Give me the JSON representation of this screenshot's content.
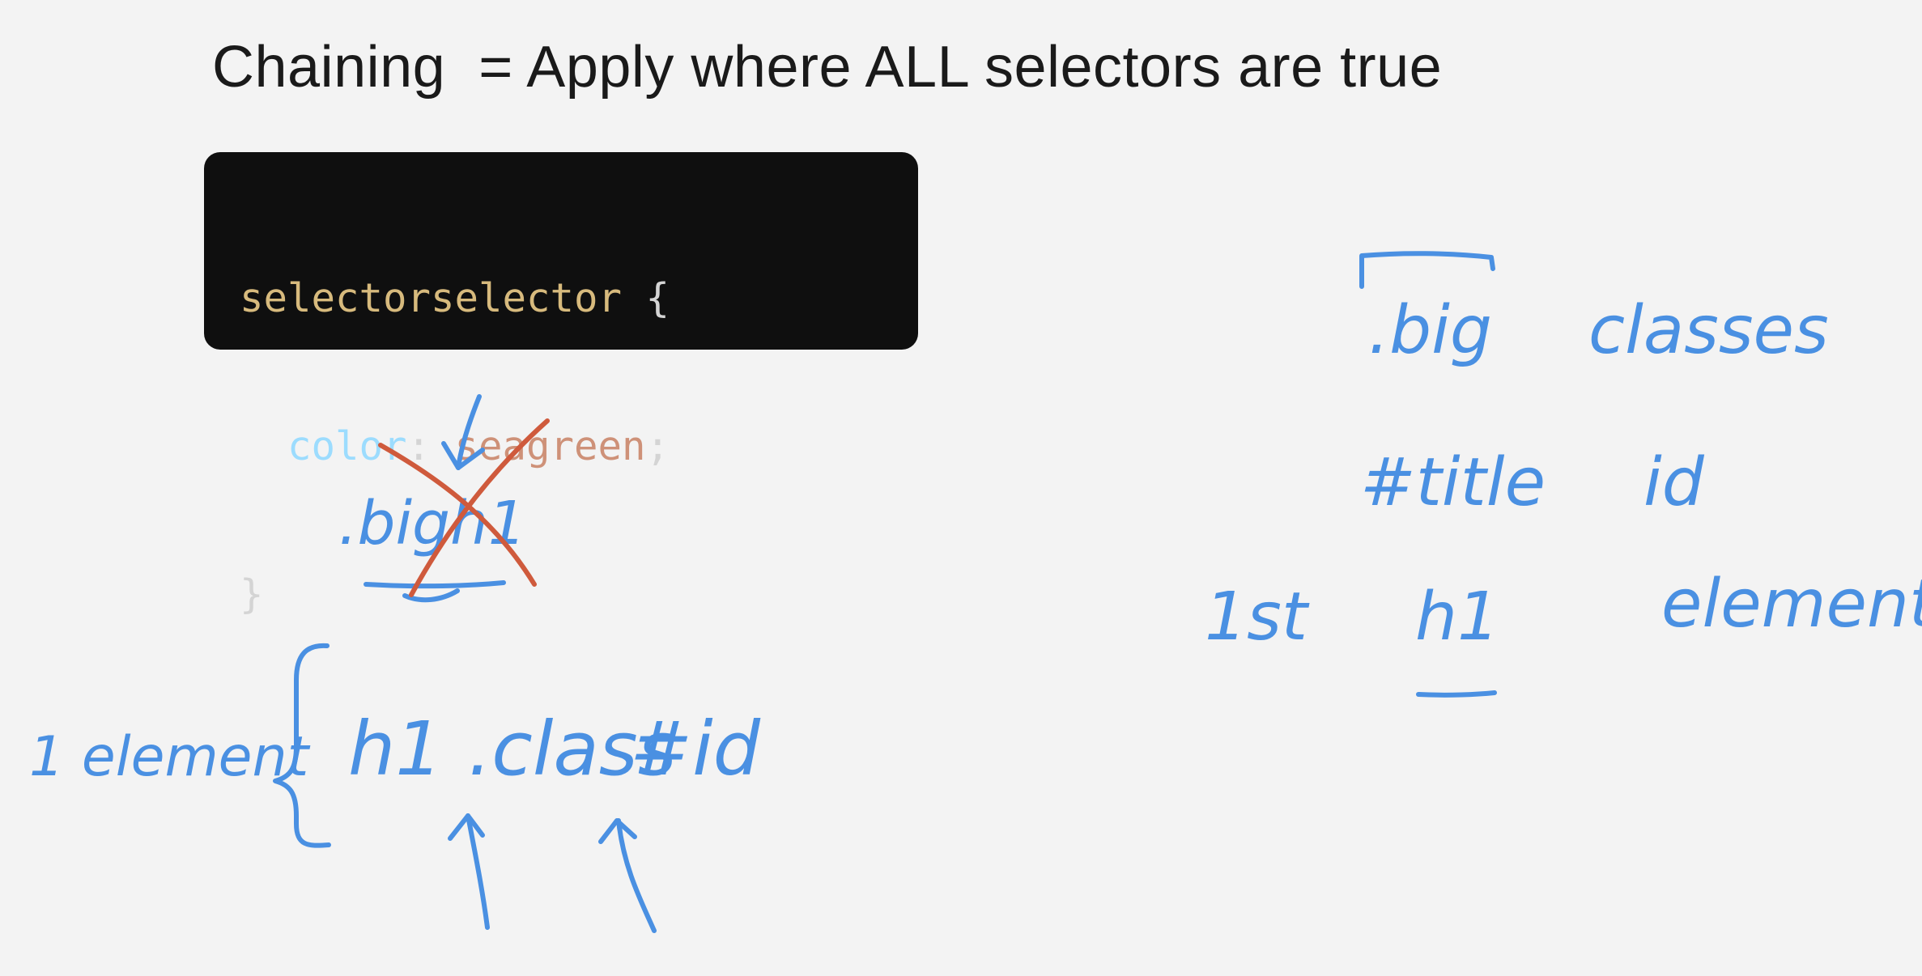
{
  "slide": {
    "title": "Chaining  = Apply where ALL selectors are true"
  },
  "code": {
    "line1_selector": "selectorselector",
    "line1_brace": " {",
    "line2_indent": "  ",
    "line2_property": "color",
    "line2_colon": ": ",
    "line2_value": "seagreen",
    "line2_semicolon": ";",
    "line3_brace": "}"
  },
  "annotations": {
    "crossed_example": ".bigh1",
    "one_element": "1 element",
    "chain": {
      "tag": "h1",
      "class_part": ".class",
      "id_part": "#id"
    },
    "right_list": [
      {
        "selector": ".big",
        "kind": "classes",
        "prefix": ""
      },
      {
        "selector": "#title",
        "kind": "id",
        "prefix": ""
      },
      {
        "selector": "h1",
        "kind": "element",
        "prefix": "1st"
      }
    ]
  },
  "colors": {
    "background": "#f3f3f3",
    "ink_blue": "#4a90e2",
    "ink_red": "#cf5a3c",
    "code_bg": "#0f0f0f"
  }
}
